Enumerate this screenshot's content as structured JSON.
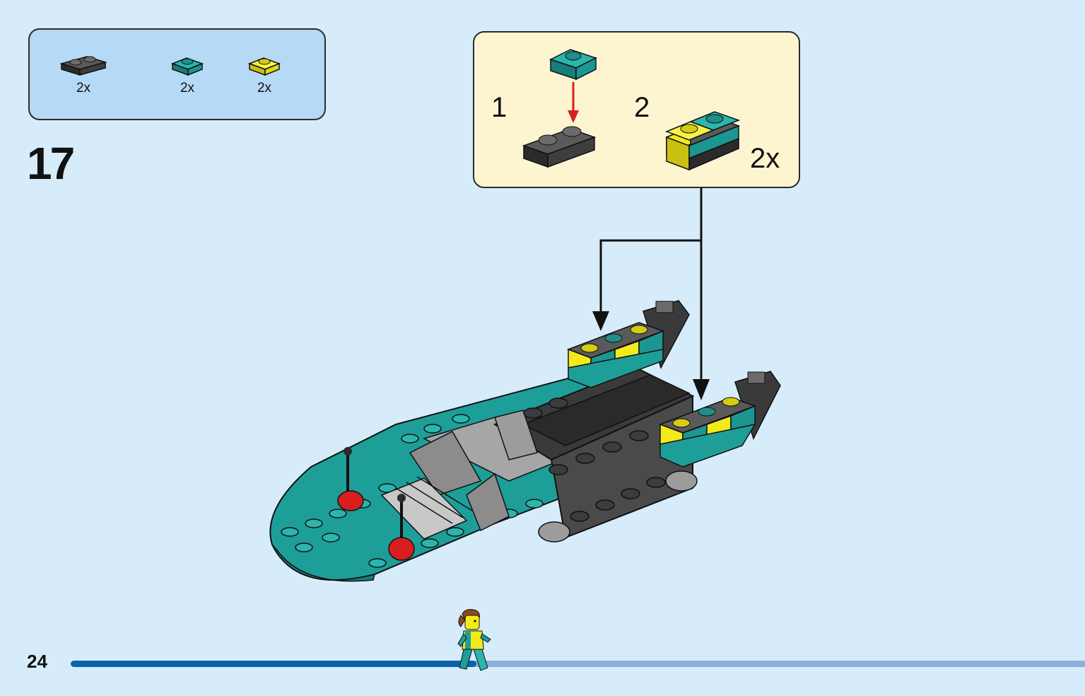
{
  "parts_list": [
    {
      "icon": "dark-gray-plate-1x2-icon",
      "color": "#3a3a3a",
      "qty": "2x"
    },
    {
      "icon": "teal-plate-1x1-icon",
      "color": "#1e9e98",
      "qty": "2x"
    },
    {
      "icon": "yellow-plate-1x1-icon",
      "color": "#f3ea1a",
      "qty": "2x"
    }
  ],
  "step": {
    "number": "17"
  },
  "sub_assembly": {
    "step1_label": "1",
    "step2_label": "2",
    "multiplier": "2x"
  },
  "colors": {
    "background": "#d6ecfb",
    "teal": "#1e9e98",
    "yellow": "#f3ea1a",
    "dark_gray": "#3a3a3a",
    "light_gray": "#a6a6a6",
    "red": "#d81e1e"
  },
  "footer": {
    "page_number": "24",
    "progress_fraction": 0.4
  }
}
